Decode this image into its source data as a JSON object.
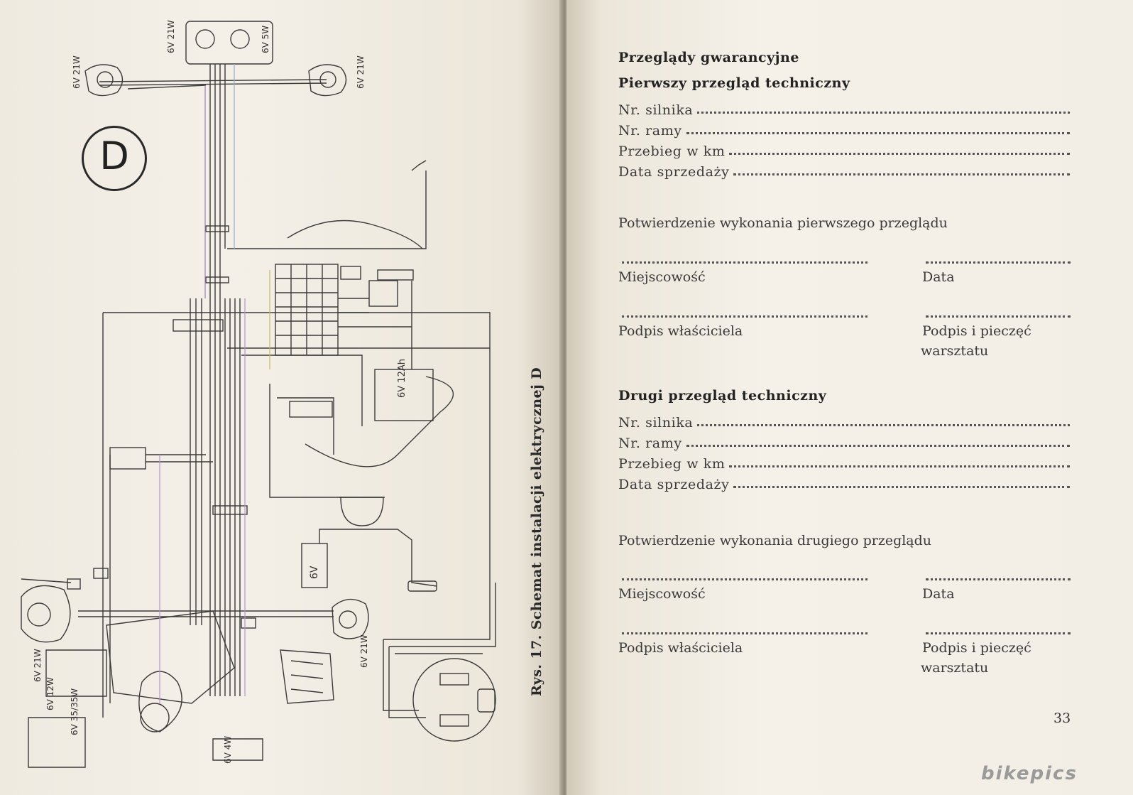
{
  "left_page": {
    "badge": "D",
    "caption": "Rys. 17. Schemat instalacji elektrycznej D",
    "labels": [
      "6V 21W",
      "6V 5W",
      "6V 21W",
      "6V 21W",
      "6V 12W",
      "6V 35/35W",
      "6V 21W",
      "6V 4W",
      "6V 12Ah",
      "6V"
    ]
  },
  "right_page": {
    "title": "Przeglądy gwarancyjne",
    "section1": {
      "heading": "Pierwszy przegląd techniczny",
      "fields": [
        "Nr. silnika",
        "Nr. ramy",
        "Przebieg w km",
        "Data sprzedaży"
      ],
      "confirmation": "Potwierdzenie wykonania pierwszego przeglądu",
      "place": "Miejscowość",
      "date": "Data",
      "owner_signature": "Podpis właściciela",
      "workshop_signature_1": "Podpis i pieczęć",
      "workshop_signature_2": "warsztatu"
    },
    "section2": {
      "heading": "Drugi przegląd techniczny",
      "fields": [
        "Nr. silnika",
        "Nr. ramy",
        "Przebieg w km",
        "Data sprzedaży"
      ],
      "confirmation": "Potwierdzenie wykonania drugiego przeglądu",
      "place": "Miejscowość",
      "date": "Data",
      "owner_signature": "Podpis właściciela",
      "workshop_signature_1": "Podpis i pieczęć",
      "workshop_signature_2": "warsztatu"
    },
    "page_number": "33"
  },
  "watermark": "bikepics"
}
